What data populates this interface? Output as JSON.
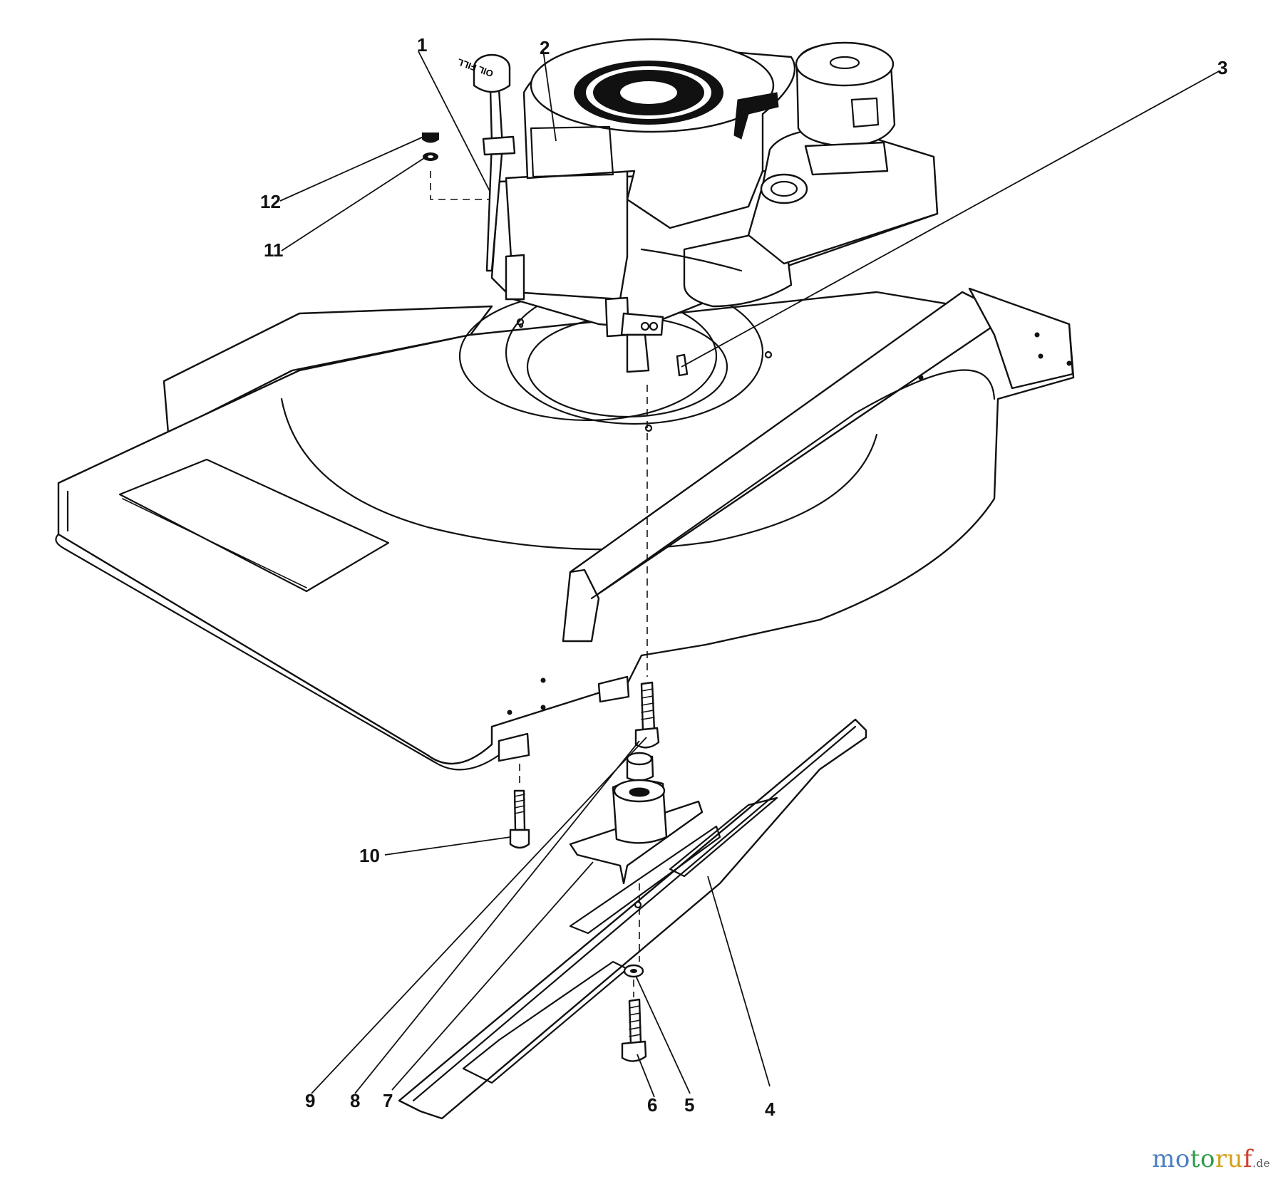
{
  "callouts": [
    {
      "id": "1",
      "label": "1"
    },
    {
      "id": "2",
      "label": "2"
    },
    {
      "id": "3",
      "label": "3"
    },
    {
      "id": "4",
      "label": "4"
    },
    {
      "id": "5",
      "label": "5"
    },
    {
      "id": "6",
      "label": "6"
    },
    {
      "id": "7",
      "label": "7"
    },
    {
      "id": "8",
      "label": "8"
    },
    {
      "id": "9",
      "label": "9"
    },
    {
      "id": "10",
      "label": "10"
    },
    {
      "id": "11",
      "label": "11"
    },
    {
      "id": "12",
      "label": "12"
    }
  ],
  "engine": {
    "oil_cap_text": "OIL FILL"
  },
  "watermark": {
    "part1": "mo",
    "part2": "to",
    "part3": "ru",
    "part4": "f",
    "tld": ".de"
  }
}
